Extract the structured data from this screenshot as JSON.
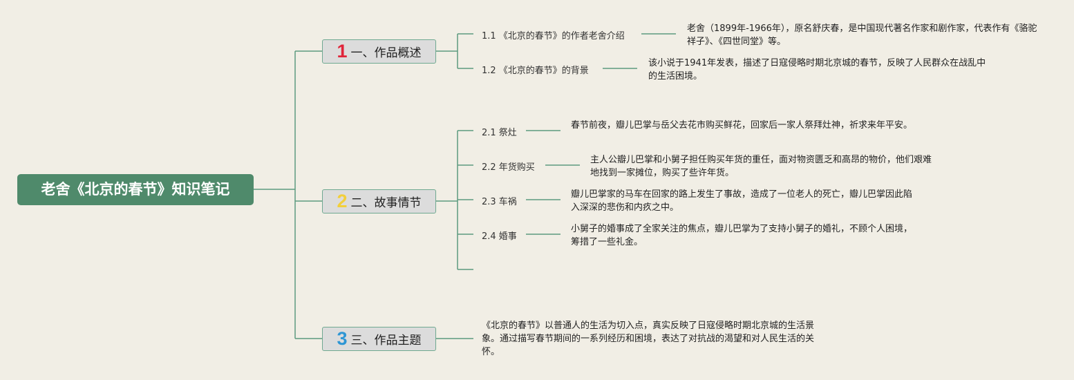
{
  "root": {
    "title": "老舍《北京的春节》知识笔记"
  },
  "colors": {
    "root_bg": "#4f8a6b",
    "line": "#5c9a7e",
    "num1": "#e0253a",
    "num2": "#f2cf3b",
    "num3": "#2e96d4"
  },
  "branches": [
    {
      "num": "1",
      "title": "一、作品概述",
      "items": [
        {
          "label": "1.1 《北京的春节》的作者老舍介绍",
          "text": "老舍（1899年-1966年），原名舒庆春，是中国现代著名作家和剧作家，代表作有《骆驼祥子》、《四世同堂》等。"
        },
        {
          "label": "1.2 《北京的春节》的背景",
          "text": "该小说于1941年发表，描述了日寇侵略时期北京城的春节，反映了人民群众在战乱中的生活困境。"
        }
      ]
    },
    {
      "num": "2",
      "title": "二、故事情节",
      "items": [
        {
          "label": "2.1 祭灶",
          "text": "春节前夜，瓣儿巴掌与岳父去花市购买鲜花，回家后一家人祭拜灶神，祈求来年平安。"
        },
        {
          "label": "2.2 年货购买",
          "text": "主人公瓣儿巴掌和小舅子担任购买年货的重任，面对物资匮乏和高昂的物价，他们艰难地找到一家摊位，购买了些许年货。"
        },
        {
          "label": "2.3 车祸",
          "text": "瓣儿巴掌家的马车在回家的路上发生了事故，造成了一位老人的死亡，瓣儿巴掌因此陷入深深的悲伤和内疚之中。"
        },
        {
          "label": "2.4 婚事",
          "text": "小舅子的婚事成了全家关注的焦点，瓣儿巴掌为了支持小舅子的婚礼，不顾个人困境，筹措了一些礼金。"
        }
      ]
    },
    {
      "num": "3",
      "title": "三、作品主题",
      "text": "《北京的春节》以普通人的生活为切入点，真实反映了日寇侵略时期北京城的生活景象。通过描写春节期间的一系列经历和困境，表达了对抗战的渴望和对人民生活的关怀。"
    }
  ]
}
